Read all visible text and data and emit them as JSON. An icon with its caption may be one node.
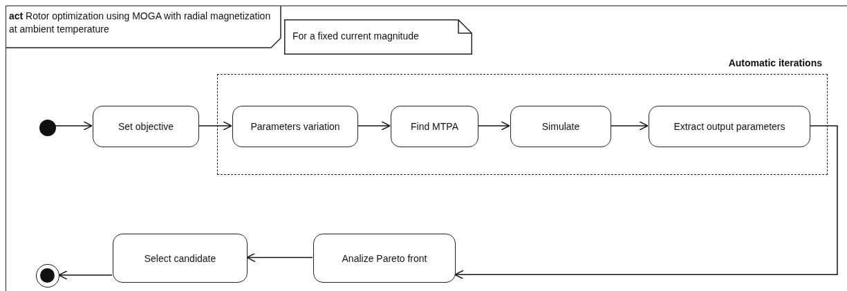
{
  "diagram": {
    "nodes": [
      {
        "text": [
          "**act** Rotor optimization using MOGA with radial magnetization at ambient temperature"
        ]
      },
      {
        "text": [
          "For a fixed current magnitude"
        ],
        "in": 0
      },
      {
        "text": [
          "Automatic iterations"
        ],
        "in": 0
      },
      {
        "text": [],
        "shape": "circle",
        "in": 0
      },
      {
        "text": [
          "Set objective"
        ],
        "in": 0
      },
      {
        "text": [
          "Parameters variation"
        ],
        "in": 2
      },
      {
        "text": [
          "Find MTPA"
        ],
        "in": 2
      },
      {
        "text": [
          "Simulate"
        ],
        "in": 2
      },
      {
        "text": [
          "Extract output parameters"
        ],
        "in": 2
      },
      {
        "text": [
          "Analize Pareto front"
        ],
        "in": 0
      },
      {
        "text": [
          "Select candidate"
        ],
        "in": 0
      },
      {
        "text": [],
        "shape": "circle",
        "in": 0
      }
    ],
    "edges": [
      {
        "from": 3,
        "to": 4,
        "arrow": "to"
      },
      {
        "from": 4,
        "to": 5,
        "arrow": "to"
      },
      {
        "from": 5,
        "to": 6,
        "arrow": "to"
      },
      {
        "from": 6,
        "to": 7,
        "arrow": "to"
      },
      {
        "from": 7,
        "to": 8,
        "arrow": "to"
      },
      {
        "from": 8,
        "to": 9,
        "arrow": "to"
      },
      {
        "from": 9,
        "to": 10,
        "arrow": "to"
      },
      {
        "from": 10,
        "to": 11,
        "arrow": "to"
      }
    ]
  }
}
